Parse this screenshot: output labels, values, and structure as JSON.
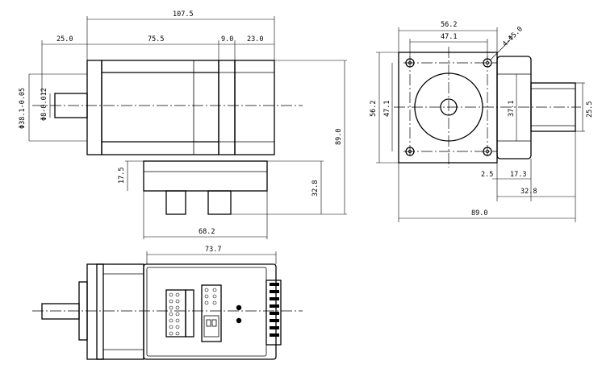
{
  "side_view": {
    "overall_length": "107.5",
    "shaft_length": "25.0",
    "body_length": "75.5",
    "segment_a": "9.0",
    "segment_b": "23.0",
    "pilot_diameter": "Φ38.1-0.05",
    "shaft_diameter": "Φ8-0.012",
    "drive_height": "17.5",
    "total_height": "89.0",
    "driver_height": "32.8",
    "driver_length": "68.2"
  },
  "front_view": {
    "flange_width": "56.2",
    "bolt_spacing_h": "47.1",
    "hole_diameter": "4-Φ5.0",
    "flange_height": "56.2",
    "bolt_spacing_v": "47.1",
    "inner_height": "37.1",
    "terminal_height": "25.5",
    "offset_a": "2.5",
    "offset_b": "17.3",
    "depth": "32.8",
    "total_width": "89.0"
  },
  "top_view": {
    "driver_length": "73.7"
  }
}
